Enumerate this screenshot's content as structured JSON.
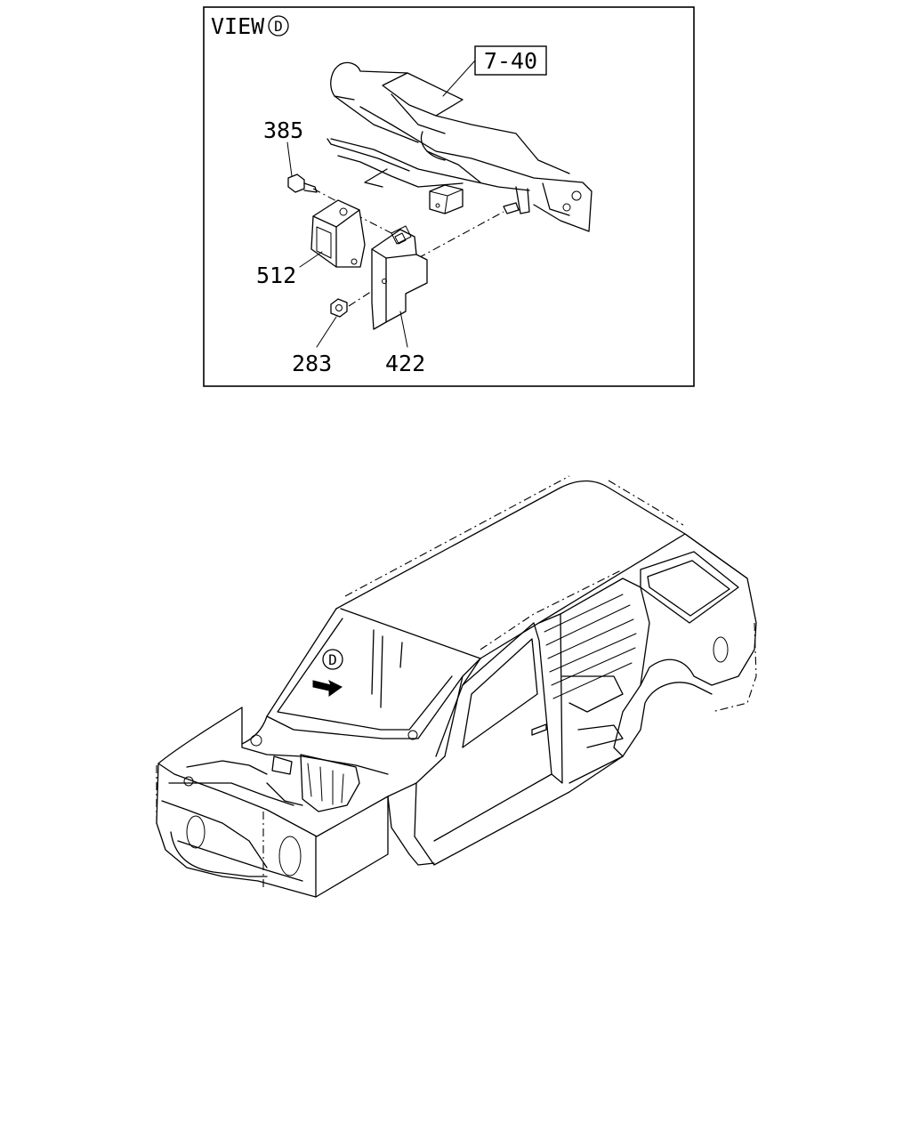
{
  "view": {
    "title": "VIEW",
    "marker": "D"
  },
  "callouts": {
    "ref": "7-40",
    "bolt": "385",
    "module": "512",
    "nut": "283",
    "bracket": "422"
  },
  "vehicle": {
    "view_marker": "D"
  }
}
